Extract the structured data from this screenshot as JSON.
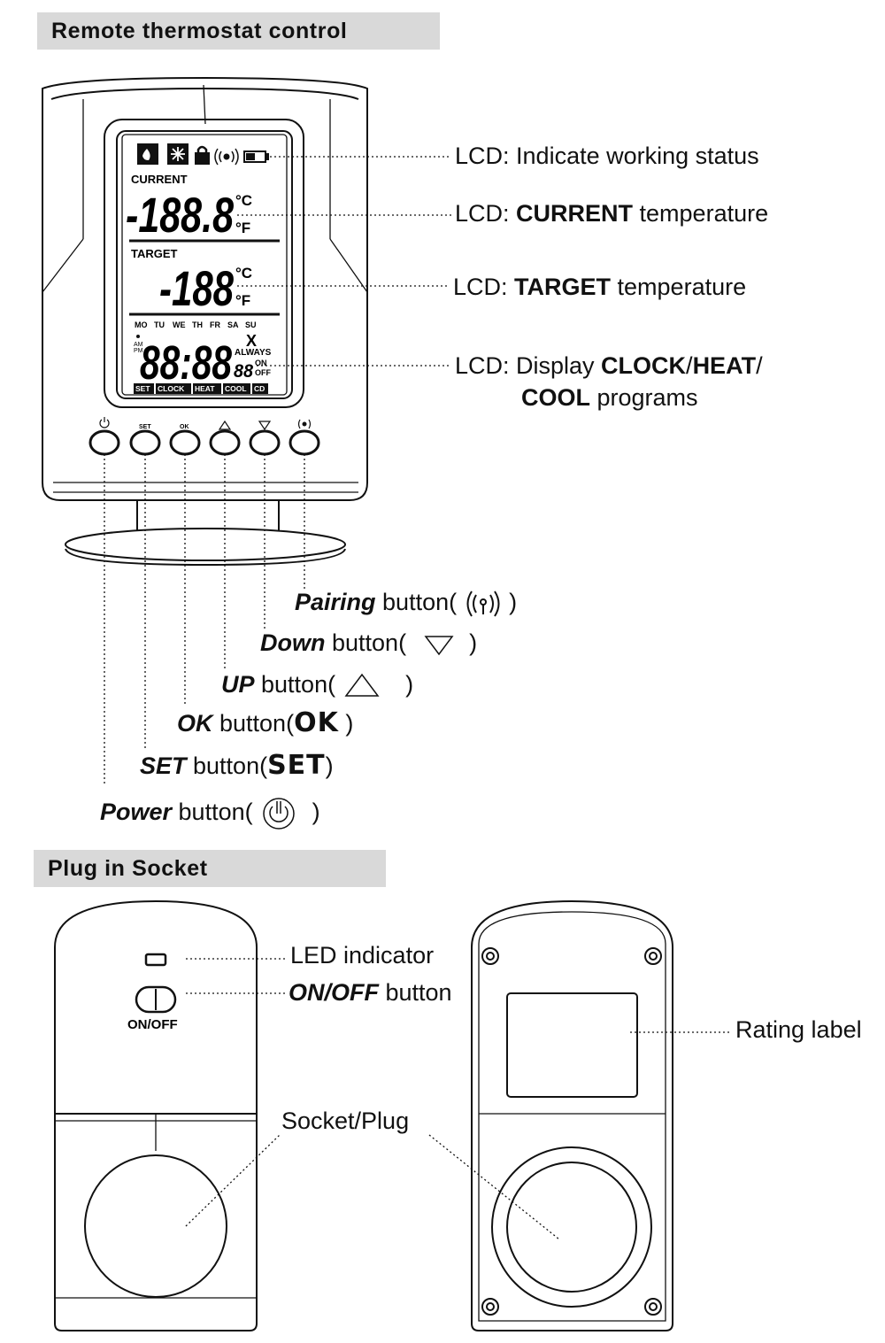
{
  "sections": {
    "thermostat_title": "Remote thermostat control",
    "socket_title": "Plug in Socket"
  },
  "lcd": {
    "current_label": "CURRENT",
    "target_label": "TARGET",
    "current_digits": "-188.8",
    "target_digits": "-188",
    "clock_digits": "88:88",
    "small_digits": "88",
    "unit_c": "°C",
    "unit_f": "°F",
    "days": [
      "MO",
      "TU",
      "WE",
      "TH",
      "FR",
      "SA",
      "SU"
    ],
    "am": "AM",
    "pm": "PM",
    "cross": "X",
    "always": "ALWAYS",
    "on": "ON",
    "off": "OFF",
    "modes": [
      "SET",
      "CLOCK",
      "HEAT",
      "COOL",
      "CD"
    ]
  },
  "button_marks": {
    "set": "SET",
    "ok": "OK"
  },
  "callouts": {
    "lcd_status": {
      "prefix": "LCD: ",
      "text": "Indicate working status"
    },
    "lcd_current": {
      "prefix": "LCD: ",
      "bold": "CURRENT",
      "rest": " temperature"
    },
    "lcd_target": {
      "prefix": "LCD: ",
      "bold": "TARGET",
      "rest": " temperature"
    },
    "lcd_programs": {
      "prefix": "LCD: Display ",
      "bold1": "CLOCK",
      "sep1": "/",
      "bold2": "HEAT",
      "sep2": "/",
      "bold3": "COOL",
      "rest": " programs"
    }
  },
  "buttons": {
    "pairing": {
      "name": "Pairing",
      "text": " button(",
      "close": " )"
    },
    "down": {
      "name": "Down",
      "text": " button(",
      "close": " )"
    },
    "up": {
      "name": "UP",
      "text": " button(",
      "close": " )"
    },
    "ok": {
      "name": "OK",
      "text": " button(",
      "symbol": "OK",
      "close": " )"
    },
    "set": {
      "name": "SET",
      "text": " button(",
      "symbol": "SET",
      "close": ")"
    },
    "power": {
      "name": "Power",
      "text": " button(",
      "close": " )"
    }
  },
  "socket": {
    "led": "LED indicator",
    "onoff_name": "ON/OFF",
    "onoff_text": " button",
    "onoff_caption": "ON/OFF",
    "socket_plug": "Socket/Plug",
    "rating": "Rating label"
  }
}
